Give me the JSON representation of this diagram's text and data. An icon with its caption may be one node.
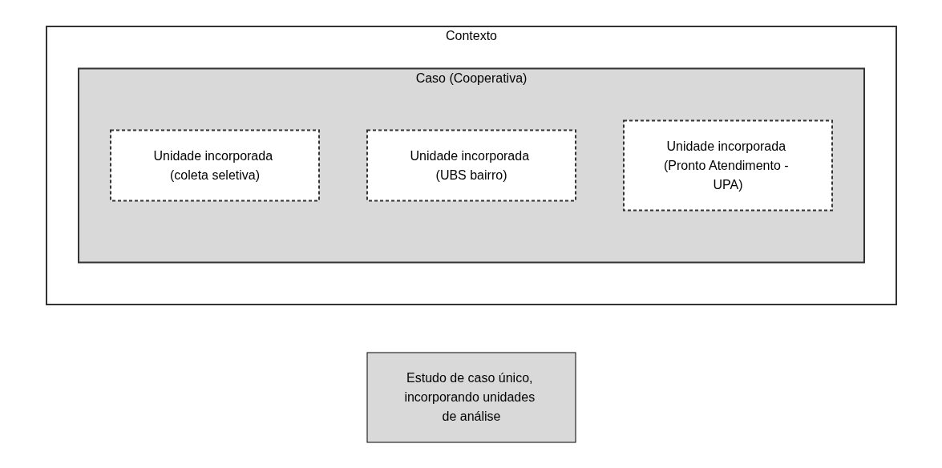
{
  "diagram": {
    "nodes": [
      {
        "text": [
          "Estudo de caso único, incorporando unidades de análise"
        ]
      },
      {
        "text": [
          "Contexto"
        ]
      },
      {
        "text": [
          "Caso (Cooperativa)"
        ],
        "in": 1
      },
      {
        "text": [
          "Unidade incorporada (coleta seletiva)"
        ],
        "in": 2
      },
      {
        "text": [
          "Unidade incorporada (UBS bairro)"
        ],
        "in": 2
      },
      {
        "text": [
          "Unidade incorporada (Pronto Atendimento - UPA)"
        ],
        "in": 2
      }
    ]
  }
}
